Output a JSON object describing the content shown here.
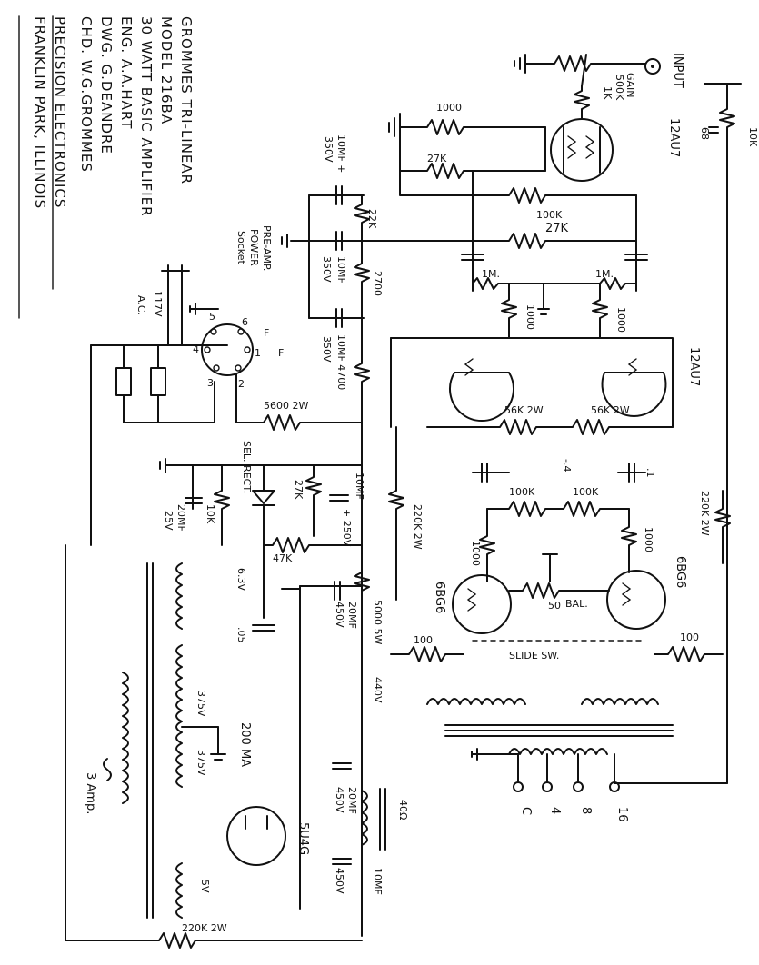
{
  "title_block": [
    "GROMMES TRI-LINEAR",
    "MODEL  216BA",
    "30 WATT BASIC AMPLIFIER",
    "ENG. A.A.HART",
    "DWG.  G.DEANDRE",
    "CHD.  W.G.GROMMES",
    "PRECISION  ELECTRONICS",
    "FRANKLIN PARK, ILLINOIS"
  ],
  "labels": {
    "input": "INPUT",
    "gain": "GAIN",
    "gain_value": "500K",
    "r_1k": "1K",
    "tube_12au7_top": "12AU7",
    "tube_12au7_mid": "12AU7",
    "r_10k_input": "10K",
    "c_68": "68",
    "r_1000_a": "1000",
    "r_27k_a": "27K",
    "r_100k_a": "100K",
    "r_27k_b": "27K",
    "c_10mf_350_a": "10MF +",
    "v_350_a": "350V",
    "r_22k": "22K",
    "c_10mf_b": "10MF",
    "v_350_b": "350V",
    "r_2700": "2700",
    "c_10mf_c": "10MF 4700",
    "v_350_c": "350V",
    "r_1m_a": "1M.",
    "r_1m_b": "1M.",
    "r_1000_b": "1000",
    "r_1000_c": "1000",
    "pre_amp": "PRE-AMP.",
    "power": "POWER",
    "socket": "Socket",
    "v_117": "117V",
    "ac": "A.C.",
    "pin_5": "5",
    "pin_6": "6",
    "pin_4": "4",
    "pin_3": "3",
    "pin_f1": "F",
    "pin_f2": "F",
    "pin_1": "1",
    "pin_2": "2",
    "r_5600": "5600  2W",
    "r_56k_a": "56K 2W",
    "r_56k_b": "56K 2W",
    "sel_rect": "SEL. RECT.",
    "c_20mf_25": "20MF",
    "v_25": "25V",
    "r_10k_b": "10K",
    "r_27k_c": "27K",
    "c_10mf_250": "10MF",
    "v_250": "+ 250V",
    "r_47k": "47K",
    "r_220k_a": "220K 2W",
    "r_100k_b": "100K",
    "r_100k_c": "100K",
    "c_4": "-.4",
    "c_1": ".1",
    "r_220k_b": "220K 2W",
    "tube_6bg6_a": "6BG6",
    "tube_6bg6_b": "6BG6",
    "r_1000_d": "1000",
    "r_1000_e": "1000",
    "r_50": "50",
    "bal": "BAL.",
    "v_63": "6.3V",
    "c_05": ".05",
    "c_20mf_450": "20MF",
    "v_450_a": "450V",
    "r_5000": "5000 5W",
    "r_100_a": "100",
    "r_100_b": "100",
    "slide_sw": "SLIDE SW.",
    "v_440": "440V",
    "v_375_a": "375V",
    "v_375_b": "375V",
    "ma_200": "200 MA",
    "amp_3": "3 Amp.",
    "tube_5u4": "5U4G",
    "v_5": "5V",
    "c_20mf_b": "20MF",
    "v_450_b": "450V",
    "c_10mf_d": "10MF",
    "v_450_c": "450V",
    "ohm_40": "40Ω",
    "r_220k_c": "220K  2W",
    "tap_c": "C",
    "tap_4": "4",
    "tap_8": "8",
    "tap_16": "16"
  }
}
